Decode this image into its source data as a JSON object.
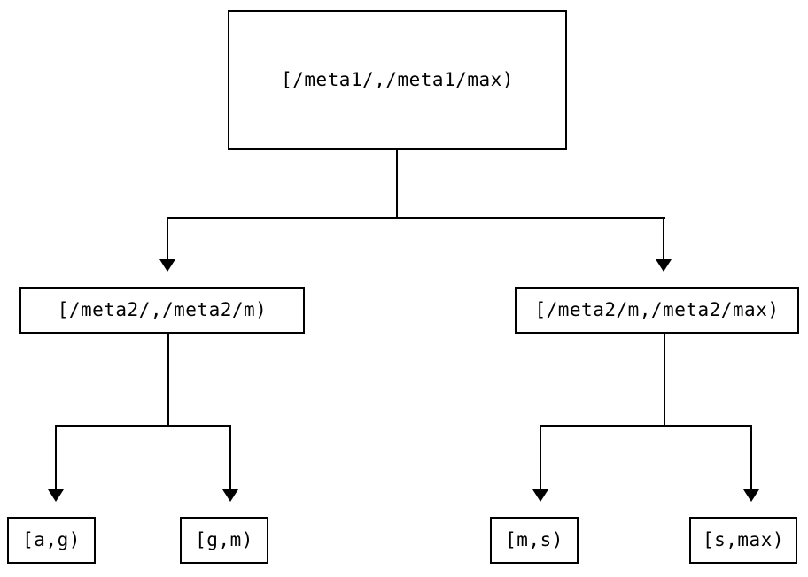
{
  "diagram": {
    "type": "tree",
    "description": "Binary partition tree of key ranges",
    "colors": {
      "background": "#ffffff",
      "line": "#000000",
      "text": "#000000"
    },
    "root": {
      "label": "[/meta1/,/meta1/max)"
    },
    "children": [
      {
        "label": "[/meta2/,/meta2/m)",
        "children": [
          {
            "label": "[a,g)"
          },
          {
            "label": "[g,m)"
          }
        ]
      },
      {
        "label": "[/meta2/m,/meta2/max)",
        "children": [
          {
            "label": "[m,s)"
          },
          {
            "label": "[s,max)"
          }
        ]
      }
    ]
  }
}
